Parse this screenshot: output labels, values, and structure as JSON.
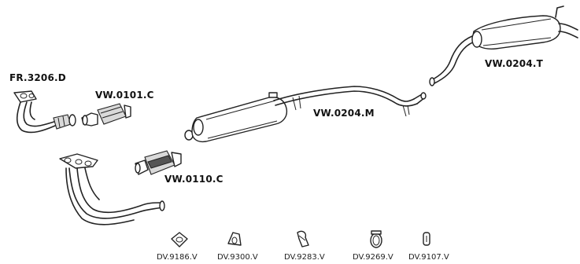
{
  "parts": {
    "front_pipe": "FR.3206.D",
    "catalyst_1": "VW.0101.C",
    "catalyst_2": "VW.0110.C",
    "middle_muffler": "VW.0204.M",
    "rear_muffler": "VW.0204.T"
  },
  "accessories": [
    {
      "code": "DV.9186.V",
      "icon": "gasket-icon"
    },
    {
      "code": "DV.9300.V",
      "icon": "ring-gasket-icon"
    },
    {
      "code": "DV.9283.V",
      "icon": "mounting-bracket-icon"
    },
    {
      "code": "DV.9269.V",
      "icon": "pipe-clamp-icon"
    },
    {
      "code": "DV.9107.V",
      "icon": "rubber-hanger-icon"
    }
  ]
}
